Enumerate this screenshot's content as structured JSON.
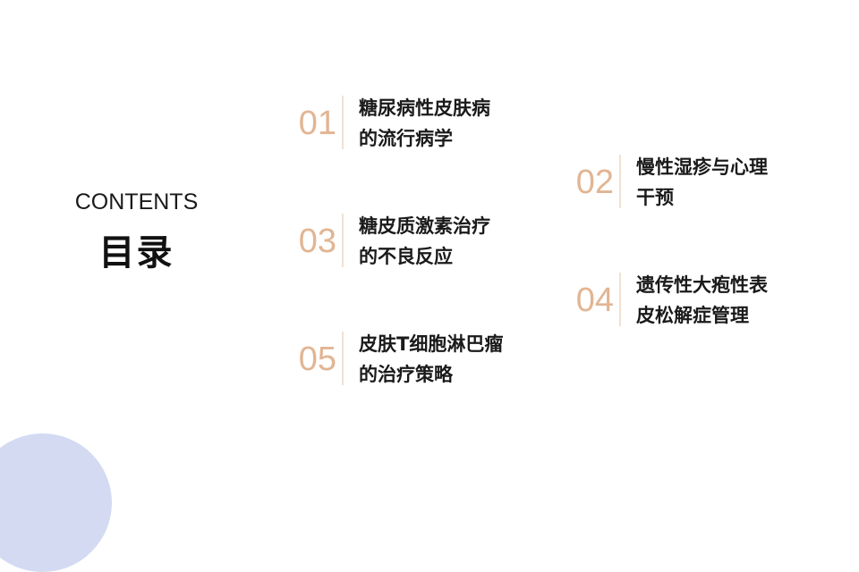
{
  "heading": {
    "english": "CONTENTS",
    "chinese": "目录"
  },
  "toc": [
    {
      "number": "01",
      "line1": "糖尿病性皮肤病",
      "line2": "的流行病学"
    },
    {
      "number": "02",
      "line1": "慢性湿疹与心理",
      "line2": "干预"
    },
    {
      "number": "03",
      "line1": "糖皮质激素治疗",
      "line2": "的不良反应"
    },
    {
      "number": "04",
      "line1": "遗传性大疱性表",
      "line2": "皮松解症管理"
    },
    {
      "number": "05",
      "line1": "皮肤T细胞淋巴瘤",
      "line2": "的治疗策略"
    }
  ],
  "colors": {
    "accent_number": "#e2b593",
    "divider": "#f1e1d2",
    "corner_circle": "#d3daf2"
  }
}
